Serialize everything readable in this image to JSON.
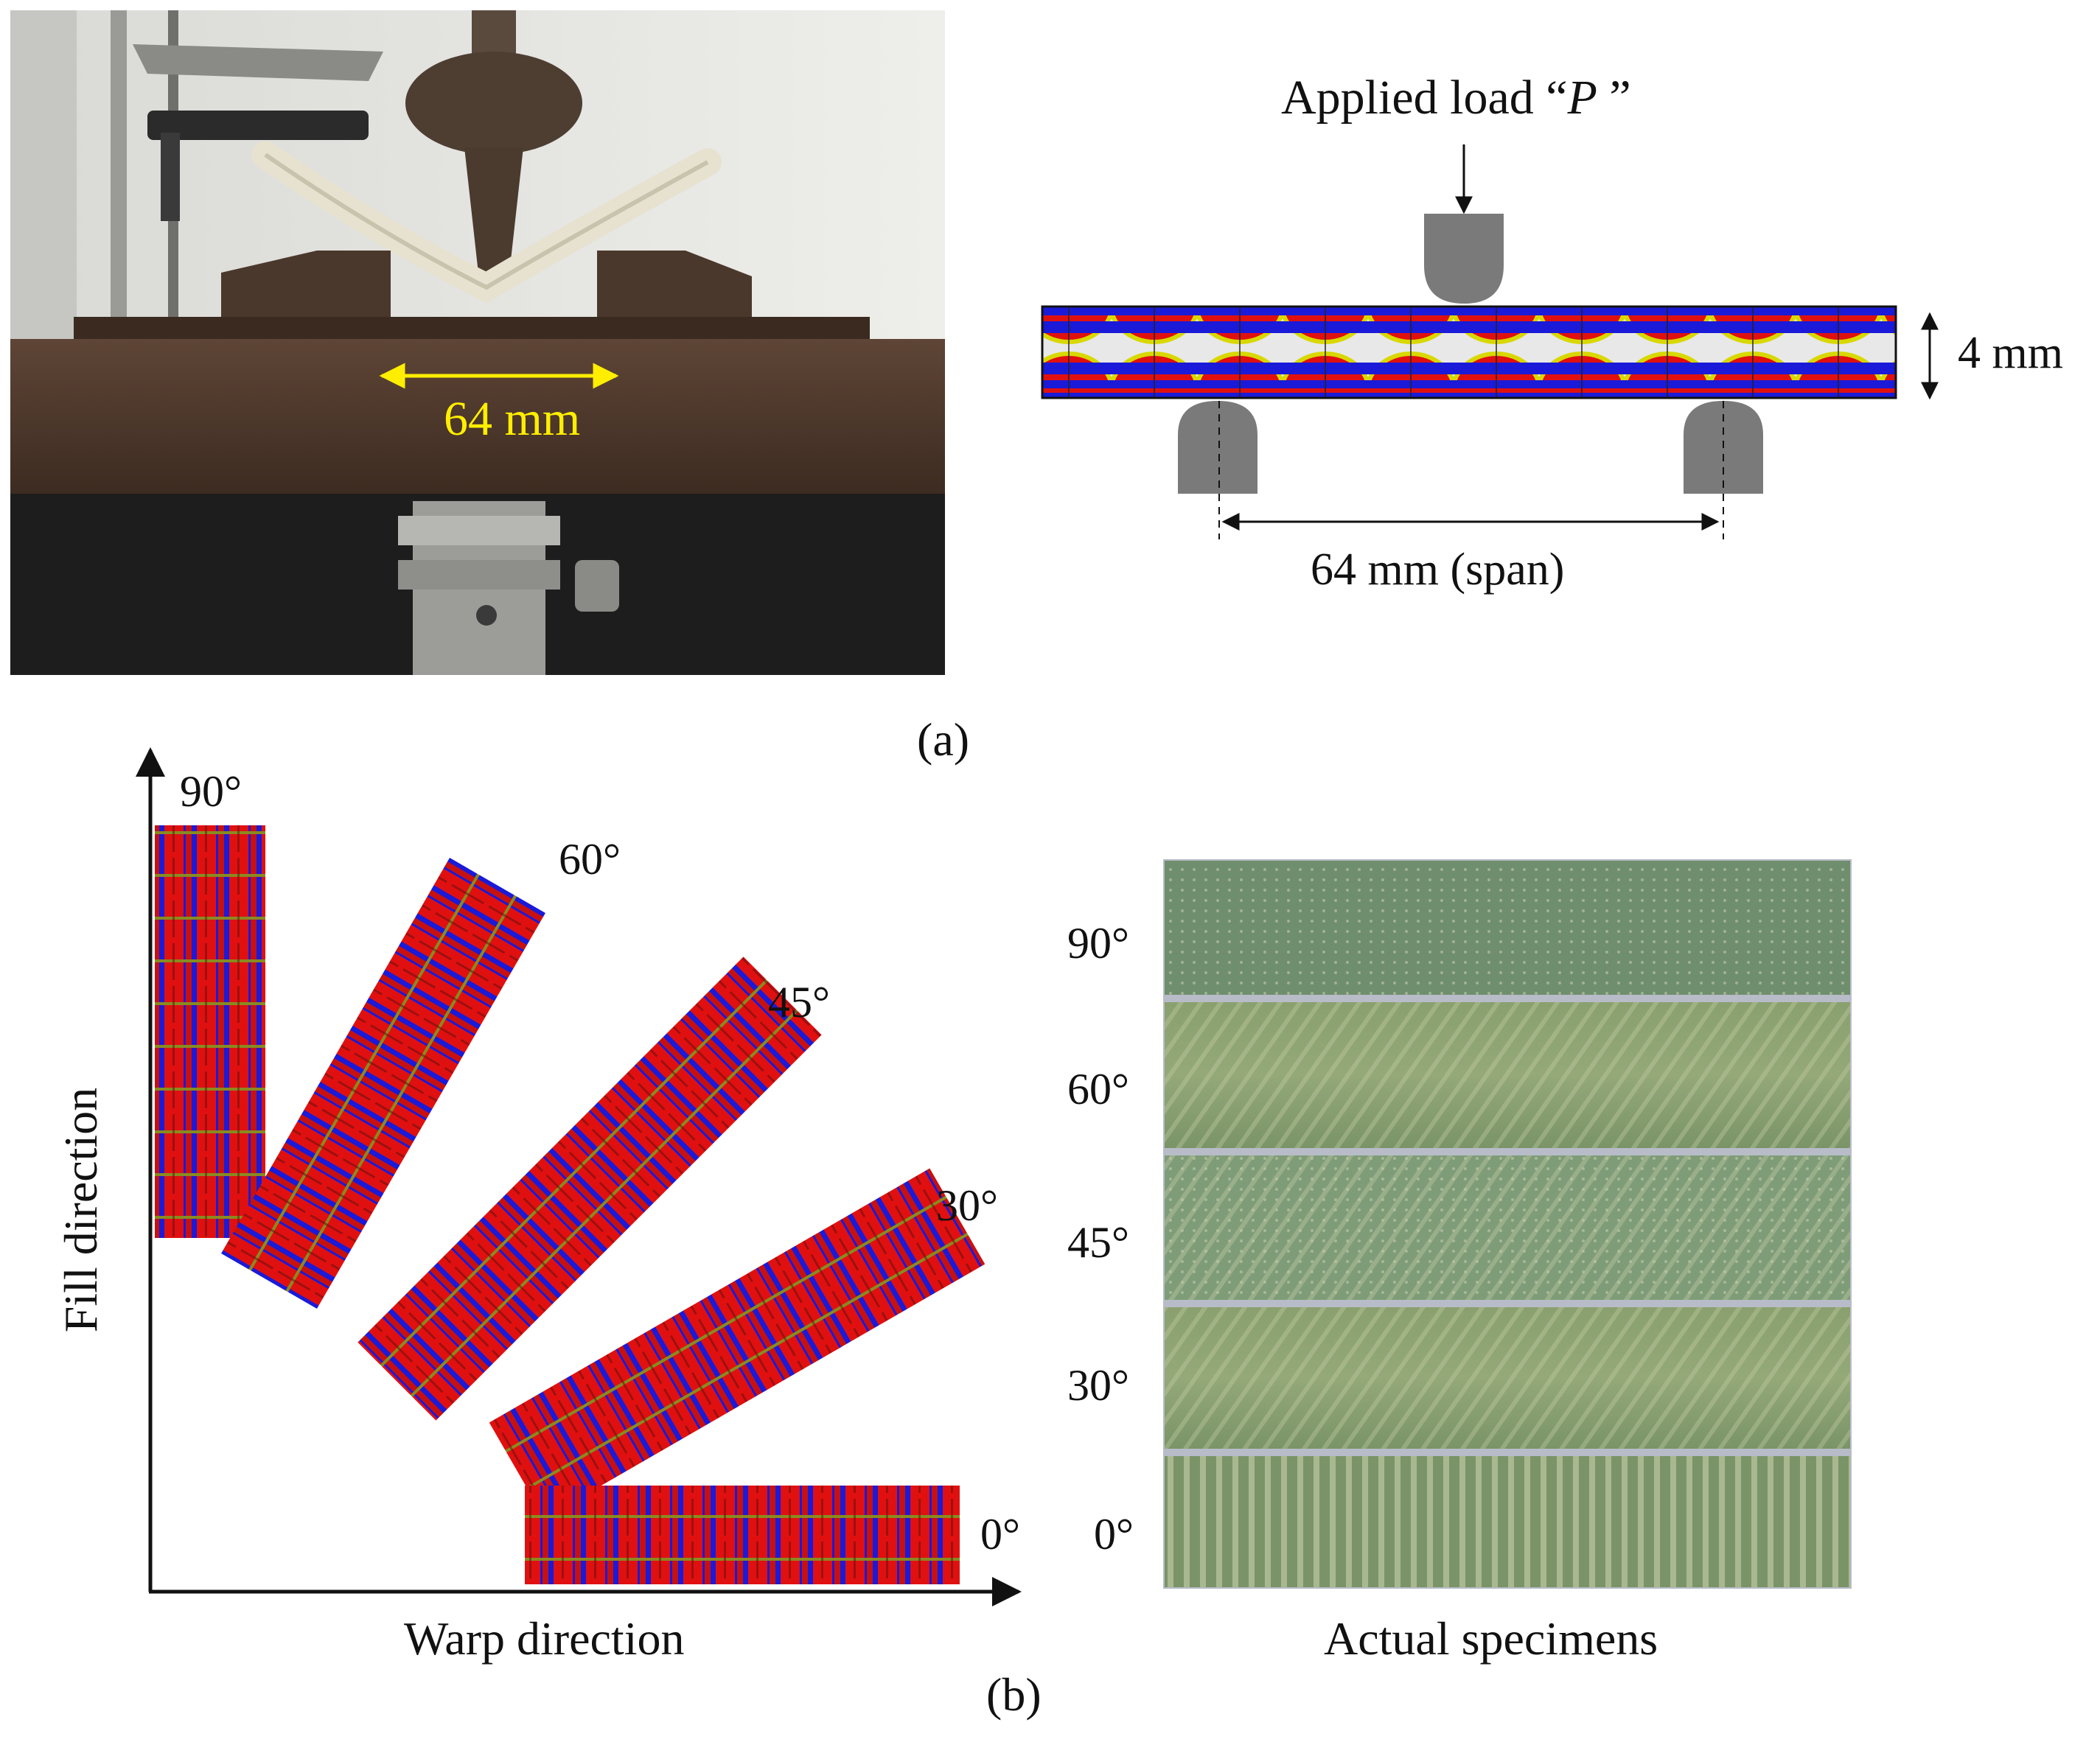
{
  "panel_a": {
    "photo": {
      "span_label": "64 mm"
    },
    "schematic": {
      "load_label_prefix": "Applied load “",
      "load_label_symbol": "P",
      "load_label_suffix": " ”",
      "thickness_label": "4 mm",
      "span_label": "64 mm (span)"
    },
    "caption": "(a)"
  },
  "panel_b": {
    "orientations": [
      "90°",
      "60°",
      "45°",
      "30°",
      "0°"
    ],
    "y_axis_label": "Fill direction",
    "x_axis_label": "Warp direction",
    "specimens": {
      "labels": [
        "90°",
        "60°",
        "45°",
        "30°",
        "0°"
      ],
      "caption": "Actual specimens"
    },
    "caption": "(b)"
  },
  "colors": {
    "yarn_red": "#e01010",
    "yarn_blue": "#1a1ad8",
    "yarn_yellow": "#e8e000",
    "support_gray": "#7a7a7a",
    "annotation_yellow": "#ffee00",
    "specimen_green": "#7f9a6a"
  }
}
